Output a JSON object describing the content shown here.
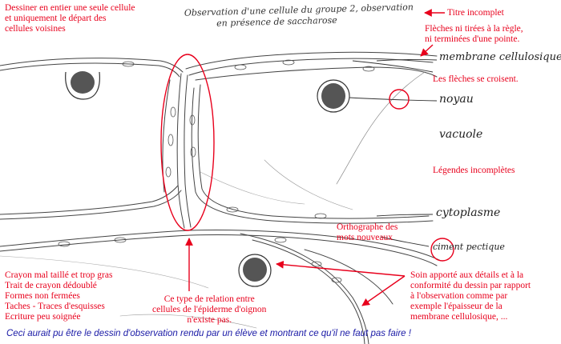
{
  "title_sketch": [
    "Observation d'une cellule du groupe 2, observation",
    "en présence de saccharose"
  ],
  "labels": {
    "membrane": "membrane cellulosique",
    "noyau": "noyau",
    "vacuole": "vacuole",
    "cytoplasme": "cytoplasme",
    "ciment": "ciment pectique"
  },
  "notes": {
    "titre": "Titre incomplet",
    "fleches": [
      "Flèches ni tirées à la règle,",
      "ni terminées d'une pointe."
    ],
    "croisent": "Les flèches se croisent.",
    "legendes": "Légendes incomplètes",
    "orthographe": [
      "Orthographe des",
      "mots nouveaux"
    ],
    "dessiner": [
      "Dessiner en entier une seule cellule",
      "et uniquement le départ des",
      "cellules voisines"
    ],
    "crayon": [
      "Crayon mal taillé et trop gras",
      "Trait de crayon dédoublé",
      "Formes non fermées",
      "Taches - Traces d'esquisses",
      "Ecriture peu soignée"
    ],
    "relation": [
      "Ce type de relation entre",
      "cellules de l'épiderme d'oignon",
      "n'existe pas."
    ],
    "soin": [
      "Soin apporté aux détails et à la",
      "conformité du dessin par rapport",
      "à l'observation comme par",
      "exemple l'épaisseur de la",
      "membrane cellulosique, ..."
    ]
  },
  "caption": "Ceci aurait pu être le dessin d'observation rendu par un élève et montrant ce qu'il ne faut pas faire !",
  "colors": {
    "annotation": "#e8001c",
    "pencil": "#333333",
    "caption": "#1a1aa6"
  }
}
